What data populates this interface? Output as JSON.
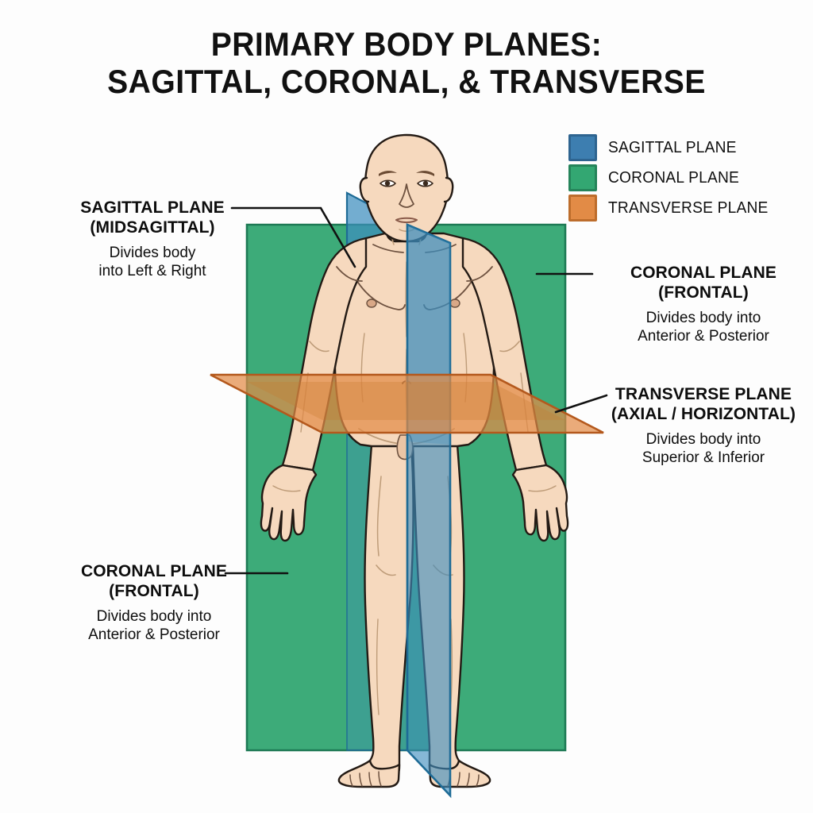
{
  "title": {
    "line1": "PRIMARY BODY PLANES:",
    "line2": "SAGITTAL, CORONAL, & TRANSVERSE"
  },
  "legend": {
    "items": [
      {
        "label": "SAGITTAL PLANE",
        "color": "#3D7EB0",
        "border": "#2E6490",
        "icon": "color-swatch"
      },
      {
        "label": "CORONAL PLANE",
        "color": "#33A772",
        "border": "#25845A",
        "icon": "color-swatch"
      },
      {
        "label": "TRANSVERSE PLANE",
        "color": "#E28B46",
        "border": "#BD6D2C",
        "icon": "color-swatch"
      }
    ]
  },
  "callouts": {
    "sagittal": {
      "heading_line1": "SAGITTAL PLANE",
      "heading_line2": "(MIDSAGITTAL)",
      "sub_line1": "Divides body",
      "sub_line2": "into Left & Right"
    },
    "coronal_right": {
      "heading_line1": "CORONAL PLANE",
      "heading_line2": "(FRONTAL)",
      "sub_line1": "Divides body into",
      "sub_line2": "Anterior & Posterior"
    },
    "transverse": {
      "heading_line1": "TRANSVERSE PLANE",
      "heading_line2": "(AXIAL / HORIZONTAL)",
      "sub_line1": "Divides body into",
      "sub_line2": "Superior & Inferior"
    },
    "coronal_left": {
      "heading_line1": "CORONAL PLANE",
      "heading_line2": "(FRONTAL)",
      "sub_line1": "Divides body into",
      "sub_line2": "Anterior & Posterior"
    }
  },
  "planes": {
    "coronal": {
      "name": "coronal-plane-shape",
      "fill": "#33A772",
      "stroke": "#1E7A55",
      "opacity": 0.92
    },
    "sagittal": {
      "name": "sagittal-plane-shape",
      "fill": "#3D8DBE",
      "stroke": "#1E6B96",
      "opacity": 0.78
    },
    "transverse": {
      "name": "transverse-plane-shape",
      "fill": "#E28B46",
      "stroke": "#B4591D",
      "opacity": 0.82
    }
  },
  "figure": {
    "name": "human-body-figure",
    "skin": "#F6D9BE",
    "skin_shadow": "#EBC5A5",
    "outline": "#231A14",
    "background": "#FDFDFD"
  }
}
